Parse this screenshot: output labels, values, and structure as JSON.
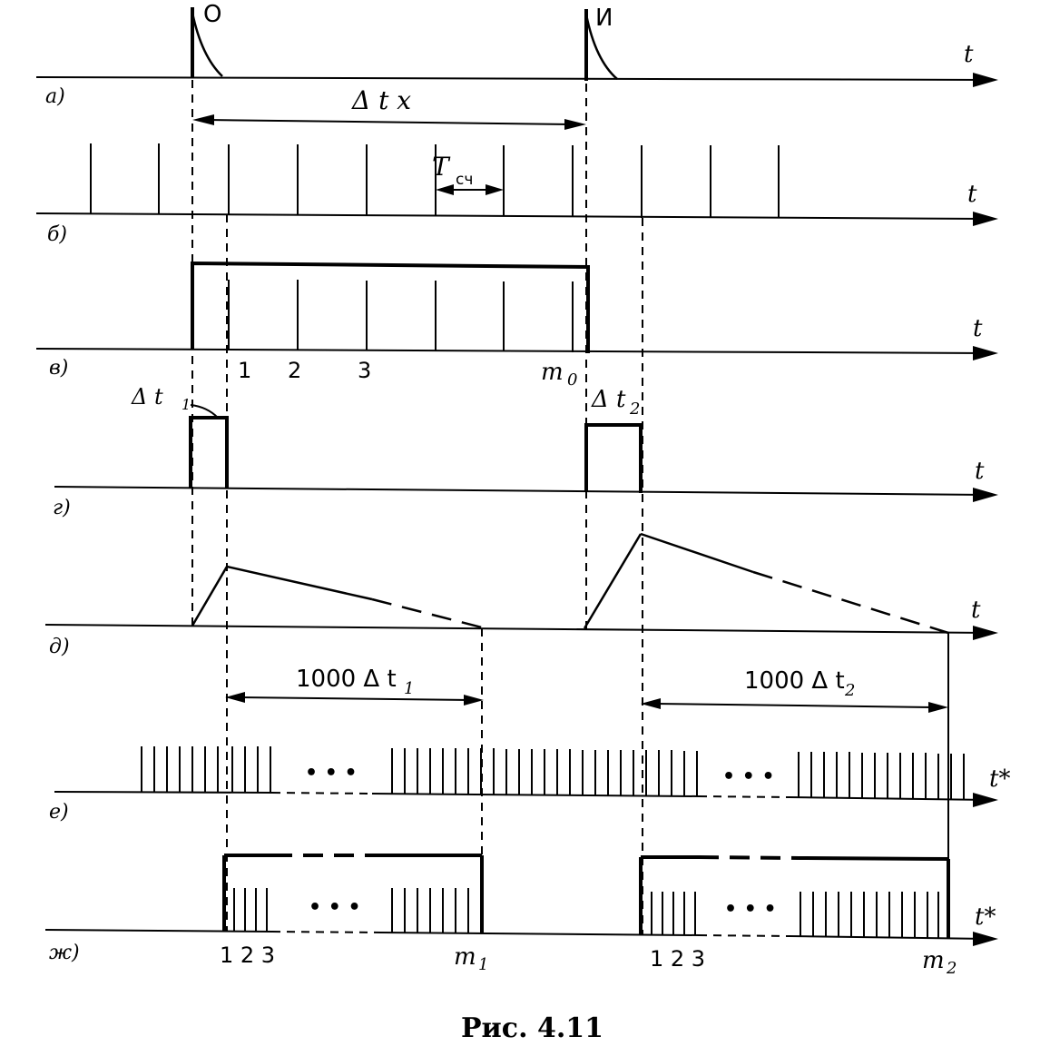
{
  "caption": "Рис. 4.11",
  "axis_label": "t",
  "axis_label_star": "t*",
  "rows": {
    "a": "а)",
    "b": "б)",
    "v": "в)",
    "g": "г)",
    "d": "д)",
    "e": "е)",
    "zh": "ж)"
  },
  "labels": {
    "start_mark": "О",
    "stop_mark": "И",
    "dt_x": "Δ t x",
    "t_sch_main": "T",
    "t_sch_sub": "сч",
    "m0_main": "m",
    "m0_sub": "0",
    "counts": [
      "1",
      "2",
      "3"
    ],
    "dt1_main": "Δ t",
    "dt1_sub": "1",
    "dt2_main": "Δ t",
    "dt2_sub": "2",
    "k1000_dt1_main": "1000 Δ t",
    "k1000_dt1_sub": "1",
    "k1000_dt2_main": "1000 Δ t",
    "k1000_dt2_sub": "2",
    "ellipsis": "• • •",
    "count_123": "1 2 3",
    "m1_main": "m",
    "m1_sub": "1",
    "m2_main": "m",
    "m2_sub": "2"
  }
}
